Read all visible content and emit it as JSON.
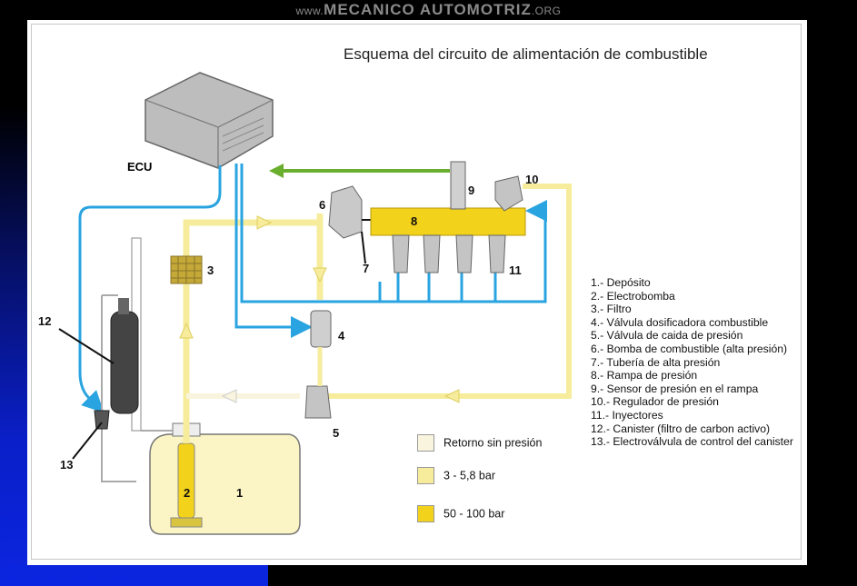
{
  "watermark": {
    "prefix": "www.",
    "brand": "MECANICO AUTOMOTRIZ",
    "suffix": ".ORG"
  },
  "diagram": {
    "title": "Esquema del circuito de alimentación de combustible",
    "ecu_label": "ECU",
    "numbers": [
      "1",
      "2",
      "3",
      "4",
      "5",
      "6",
      "7",
      "8",
      "9",
      "10",
      "11",
      "12",
      "13"
    ]
  },
  "legend": [
    {
      "label": "Retorno sin presión",
      "color": "#f9f4dd"
    },
    {
      "label": "3 - 5,8 bar",
      "color": "#f6ec9c"
    },
    {
      "label": "50 - 100 bar",
      "color": "#f2d21a"
    }
  ],
  "parts": [
    "1.- Depósito",
    "2.- Electrobomba",
    "3.- Filtro",
    "4.- Válvula dosificadora combustible",
    "5.- Válvula de caida de presión",
    "6.- Bomba de combustible (alta presión)",
    "7.- Tubería de alta presión",
    "8.- Rampa de presión",
    "9.- Sensor de presión en el rampa",
    "10.- Regulador de presión",
    "11.- Inyectores",
    "12.- Canister (filtro de carbon activo)",
    "13.- Electroválvula de control del canister"
  ],
  "colors": {
    "blue_line": "#2aa4e0",
    "green_line": "#6aae2e",
    "low_pressure": "#f6ec9c",
    "high_pressure": "#f2d21a",
    "return": "#f9f4dd"
  }
}
